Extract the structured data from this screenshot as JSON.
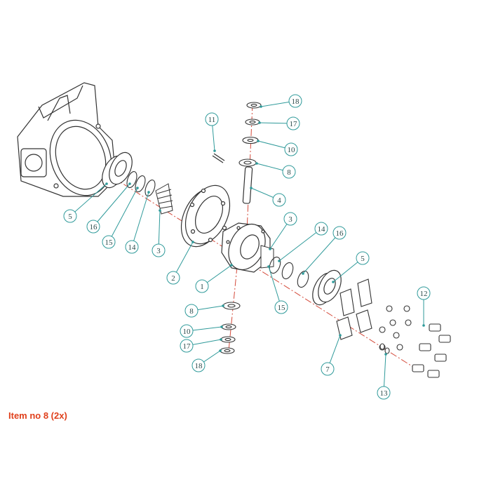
{
  "caption": "Item no 8 (2x)",
  "colors": {
    "line": "#333333",
    "leader": "#2f9a9a",
    "centerline": "#d44a3a",
    "caption": "#e0401c"
  },
  "callouts": [
    {
      "label": "18"
    },
    {
      "label": "17"
    },
    {
      "label": "10"
    },
    {
      "label": "8"
    },
    {
      "label": "11"
    },
    {
      "label": "4"
    },
    {
      "label": "5"
    },
    {
      "label": "16"
    },
    {
      "label": "15"
    },
    {
      "label": "14"
    },
    {
      "label": "3"
    },
    {
      "label": "2"
    },
    {
      "label": "1"
    },
    {
      "label": "3"
    },
    {
      "label": "14"
    },
    {
      "label": "16"
    },
    {
      "label": "5"
    },
    {
      "label": "15"
    },
    {
      "label": "8"
    },
    {
      "label": "10"
    },
    {
      "label": "17"
    },
    {
      "label": "18"
    },
    {
      "label": "7"
    },
    {
      "label": "12"
    },
    {
      "label": "13"
    }
  ]
}
